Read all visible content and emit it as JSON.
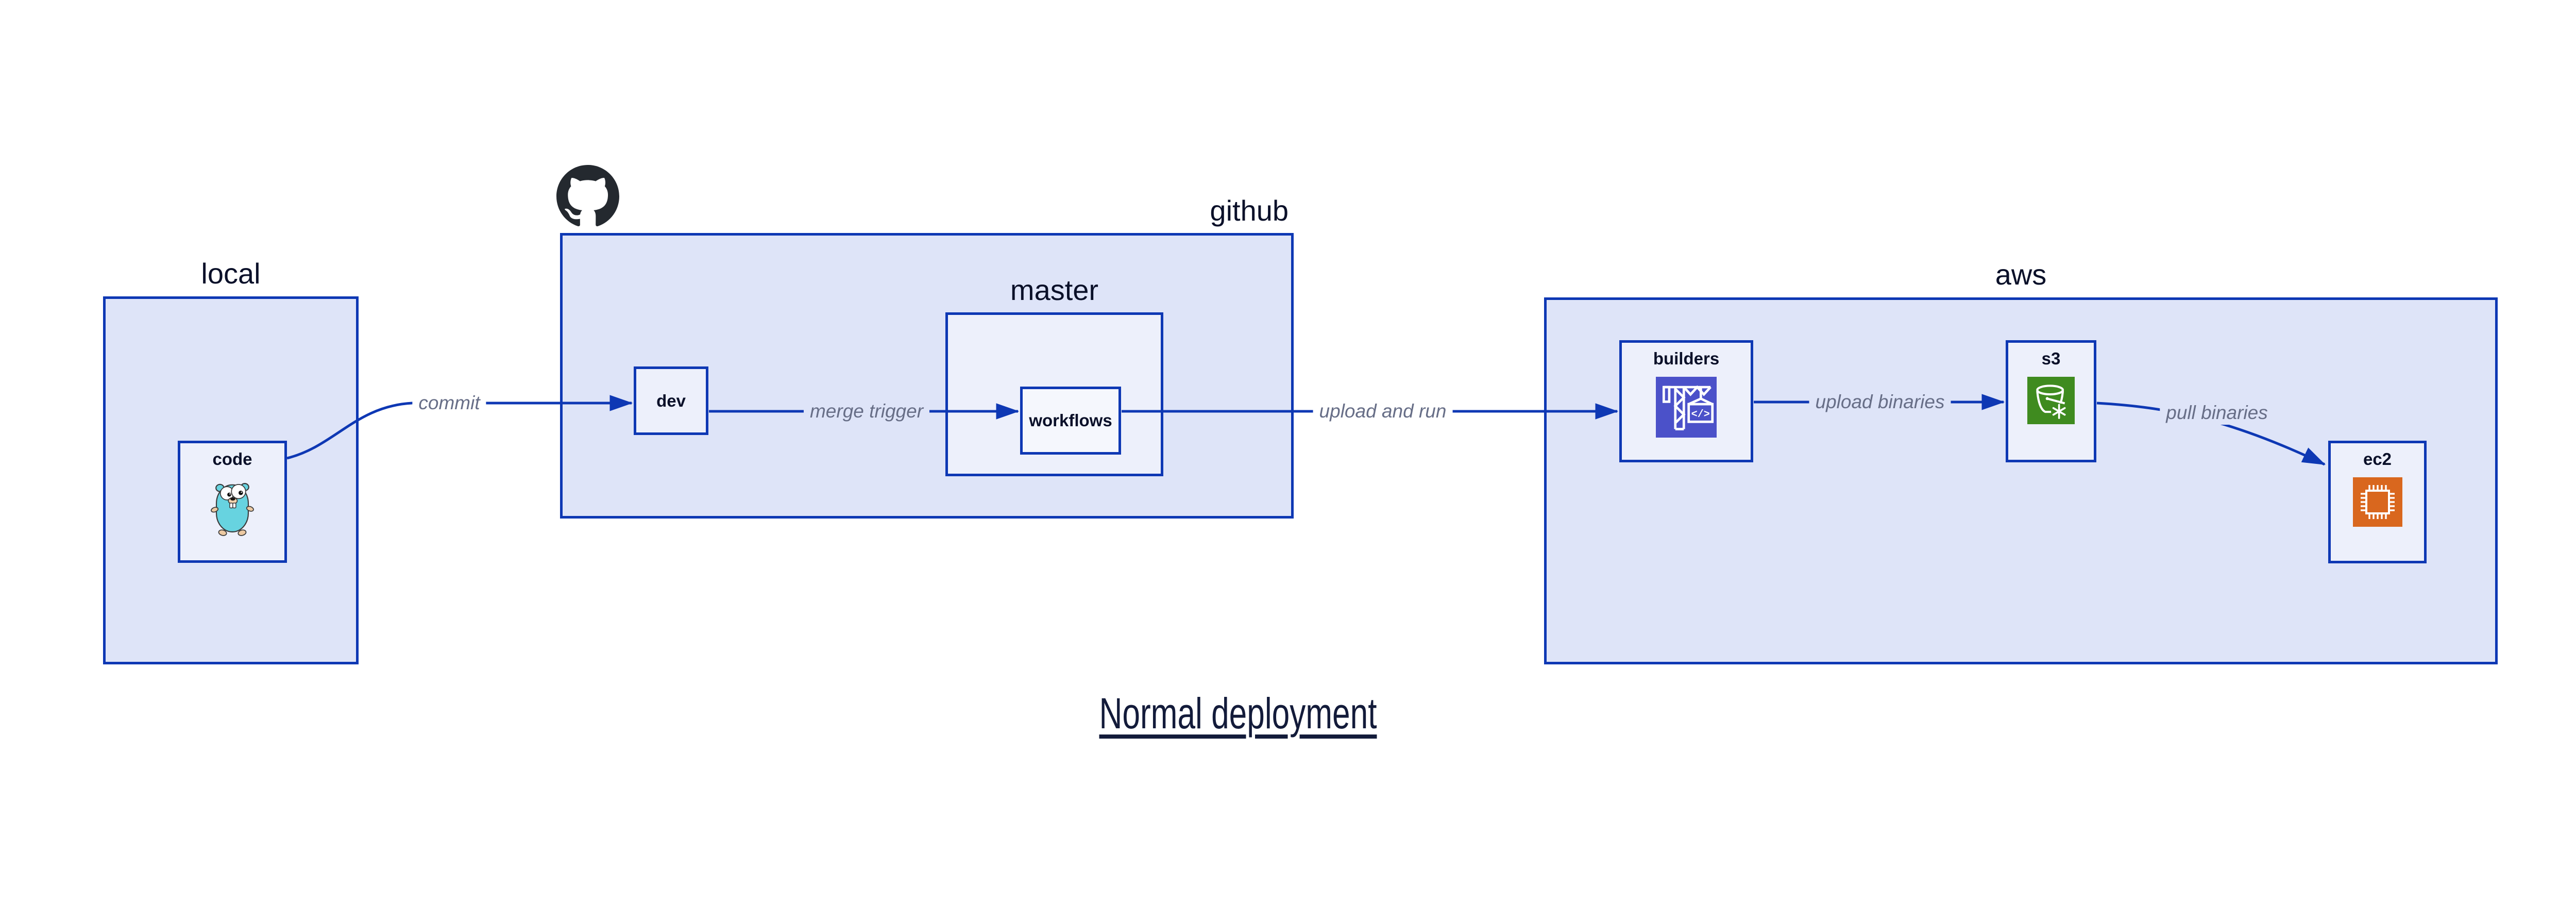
{
  "diagram": {
    "title": "Normal deployment",
    "groups": {
      "local": {
        "label": "local"
      },
      "github": {
        "label": "github"
      },
      "master": {
        "label": "master"
      },
      "aws": {
        "label": "aws"
      }
    },
    "nodes": {
      "code": {
        "label": "code"
      },
      "dev": {
        "label": "dev"
      },
      "workflows": {
        "label": "workflows"
      },
      "builders": {
        "label": "builders"
      },
      "s3": {
        "label": "s3"
      },
      "ec2": {
        "label": "ec2"
      }
    },
    "edges": {
      "commit": {
        "label": "commit"
      },
      "merge_trigger": {
        "label": "merge trigger"
      },
      "upload_and_run": {
        "label": "upload and run"
      },
      "upload_binaries": {
        "label": "upload binaries"
      },
      "pull_binaries": {
        "label": "pull binaries"
      }
    },
    "icons": {
      "github_logo": "github-octocat-logo",
      "code_icon": "go-gopher-mascot",
      "builders_icon": "aws-codebuild-crane",
      "builders_glyph": "</>",
      "s3_icon": "aws-s3-glacier-bucket-snowflake",
      "ec2_icon": "aws-ec2-chip"
    },
    "colors": {
      "border_blue": "#0e38b4",
      "group_fill": "#dee4f8",
      "node_fill": "#edf0fb",
      "nested_node_fill": "#f5f7fd",
      "edge_label_gray": "#676e87",
      "text_navy": "#0a1029",
      "builders_icon_bg": "#4b51c9",
      "s3_icon_bg": "#3f8b1f",
      "ec2_icon_bg": "#d9671e",
      "gopher_teal": "#67d3e0",
      "github_black": "#24292f"
    }
  }
}
